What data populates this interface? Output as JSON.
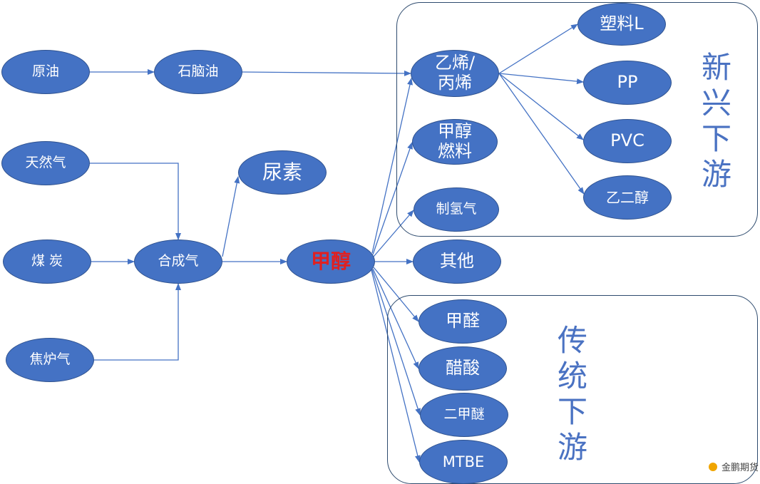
{
  "nodes": [
    {
      "id": "crude-oil",
      "label": "原油"
    },
    {
      "id": "naphtha",
      "label": "石脑油"
    },
    {
      "id": "natural-gas",
      "label": "天然气"
    },
    {
      "id": "coal",
      "label": "煤 炭"
    },
    {
      "id": "coke-oven-gas",
      "label": "焦炉气"
    },
    {
      "id": "syngas",
      "label": "合成气"
    },
    {
      "id": "urea",
      "label": "尿素"
    },
    {
      "id": "methanol",
      "label": "甲醇"
    },
    {
      "id": "ethylene-propylene",
      "label": "乙烯/\n丙烯"
    },
    {
      "id": "methanol-fuel",
      "label": "甲醇\n燃料"
    },
    {
      "id": "hydrogen",
      "label": "制氢气"
    },
    {
      "id": "other",
      "label": "其他"
    },
    {
      "id": "plastic-l",
      "label": "塑料L"
    },
    {
      "id": "pp",
      "label": "PP"
    },
    {
      "id": "pvc",
      "label": "PVC"
    },
    {
      "id": "ethylene-glycol",
      "label": "乙二醇"
    },
    {
      "id": "formaldehyde",
      "label": "甲醛"
    },
    {
      "id": "acetic-acid",
      "label": "醋酸"
    },
    {
      "id": "dme",
      "label": "二甲醚"
    },
    {
      "id": "mtbe",
      "label": "MTBE"
    }
  ],
  "edges": [
    [
      "crude-oil",
      "naphtha"
    ],
    [
      "naphtha",
      "ethylene-propylene"
    ],
    [
      "natural-gas",
      "syngas"
    ],
    [
      "coal",
      "syngas"
    ],
    [
      "coke-oven-gas",
      "syngas"
    ],
    [
      "syngas",
      "urea"
    ],
    [
      "syngas",
      "methanol"
    ],
    [
      "methanol",
      "ethylene-propylene"
    ],
    [
      "methanol",
      "methanol-fuel"
    ],
    [
      "methanol",
      "hydrogen"
    ],
    [
      "methanol",
      "other"
    ],
    [
      "methanol",
      "formaldehyde"
    ],
    [
      "methanol",
      "acetic-acid"
    ],
    [
      "methanol",
      "dme"
    ],
    [
      "methanol",
      "mtbe"
    ],
    [
      "ethylene-propylene",
      "plastic-l"
    ],
    [
      "ethylene-propylene",
      "pp"
    ],
    [
      "ethylene-propylene",
      "pvc"
    ],
    [
      "ethylene-propylene",
      "ethylene-glycol"
    ]
  ],
  "groups": [
    {
      "id": "emerging-downstream",
      "label": "新兴下游"
    },
    {
      "id": "traditional-downstream",
      "label": "传统下游"
    }
  ],
  "colors": {
    "node_fill": "#4472c4",
    "node_border": "#2f528f",
    "node_text": "#ffffff",
    "highlight_text": "#e02020",
    "edge": "#4472c4",
    "group_label": "#4a72c2"
  },
  "highlight_node": "methanol",
  "watermark": {
    "text": "金鹏期货"
  }
}
